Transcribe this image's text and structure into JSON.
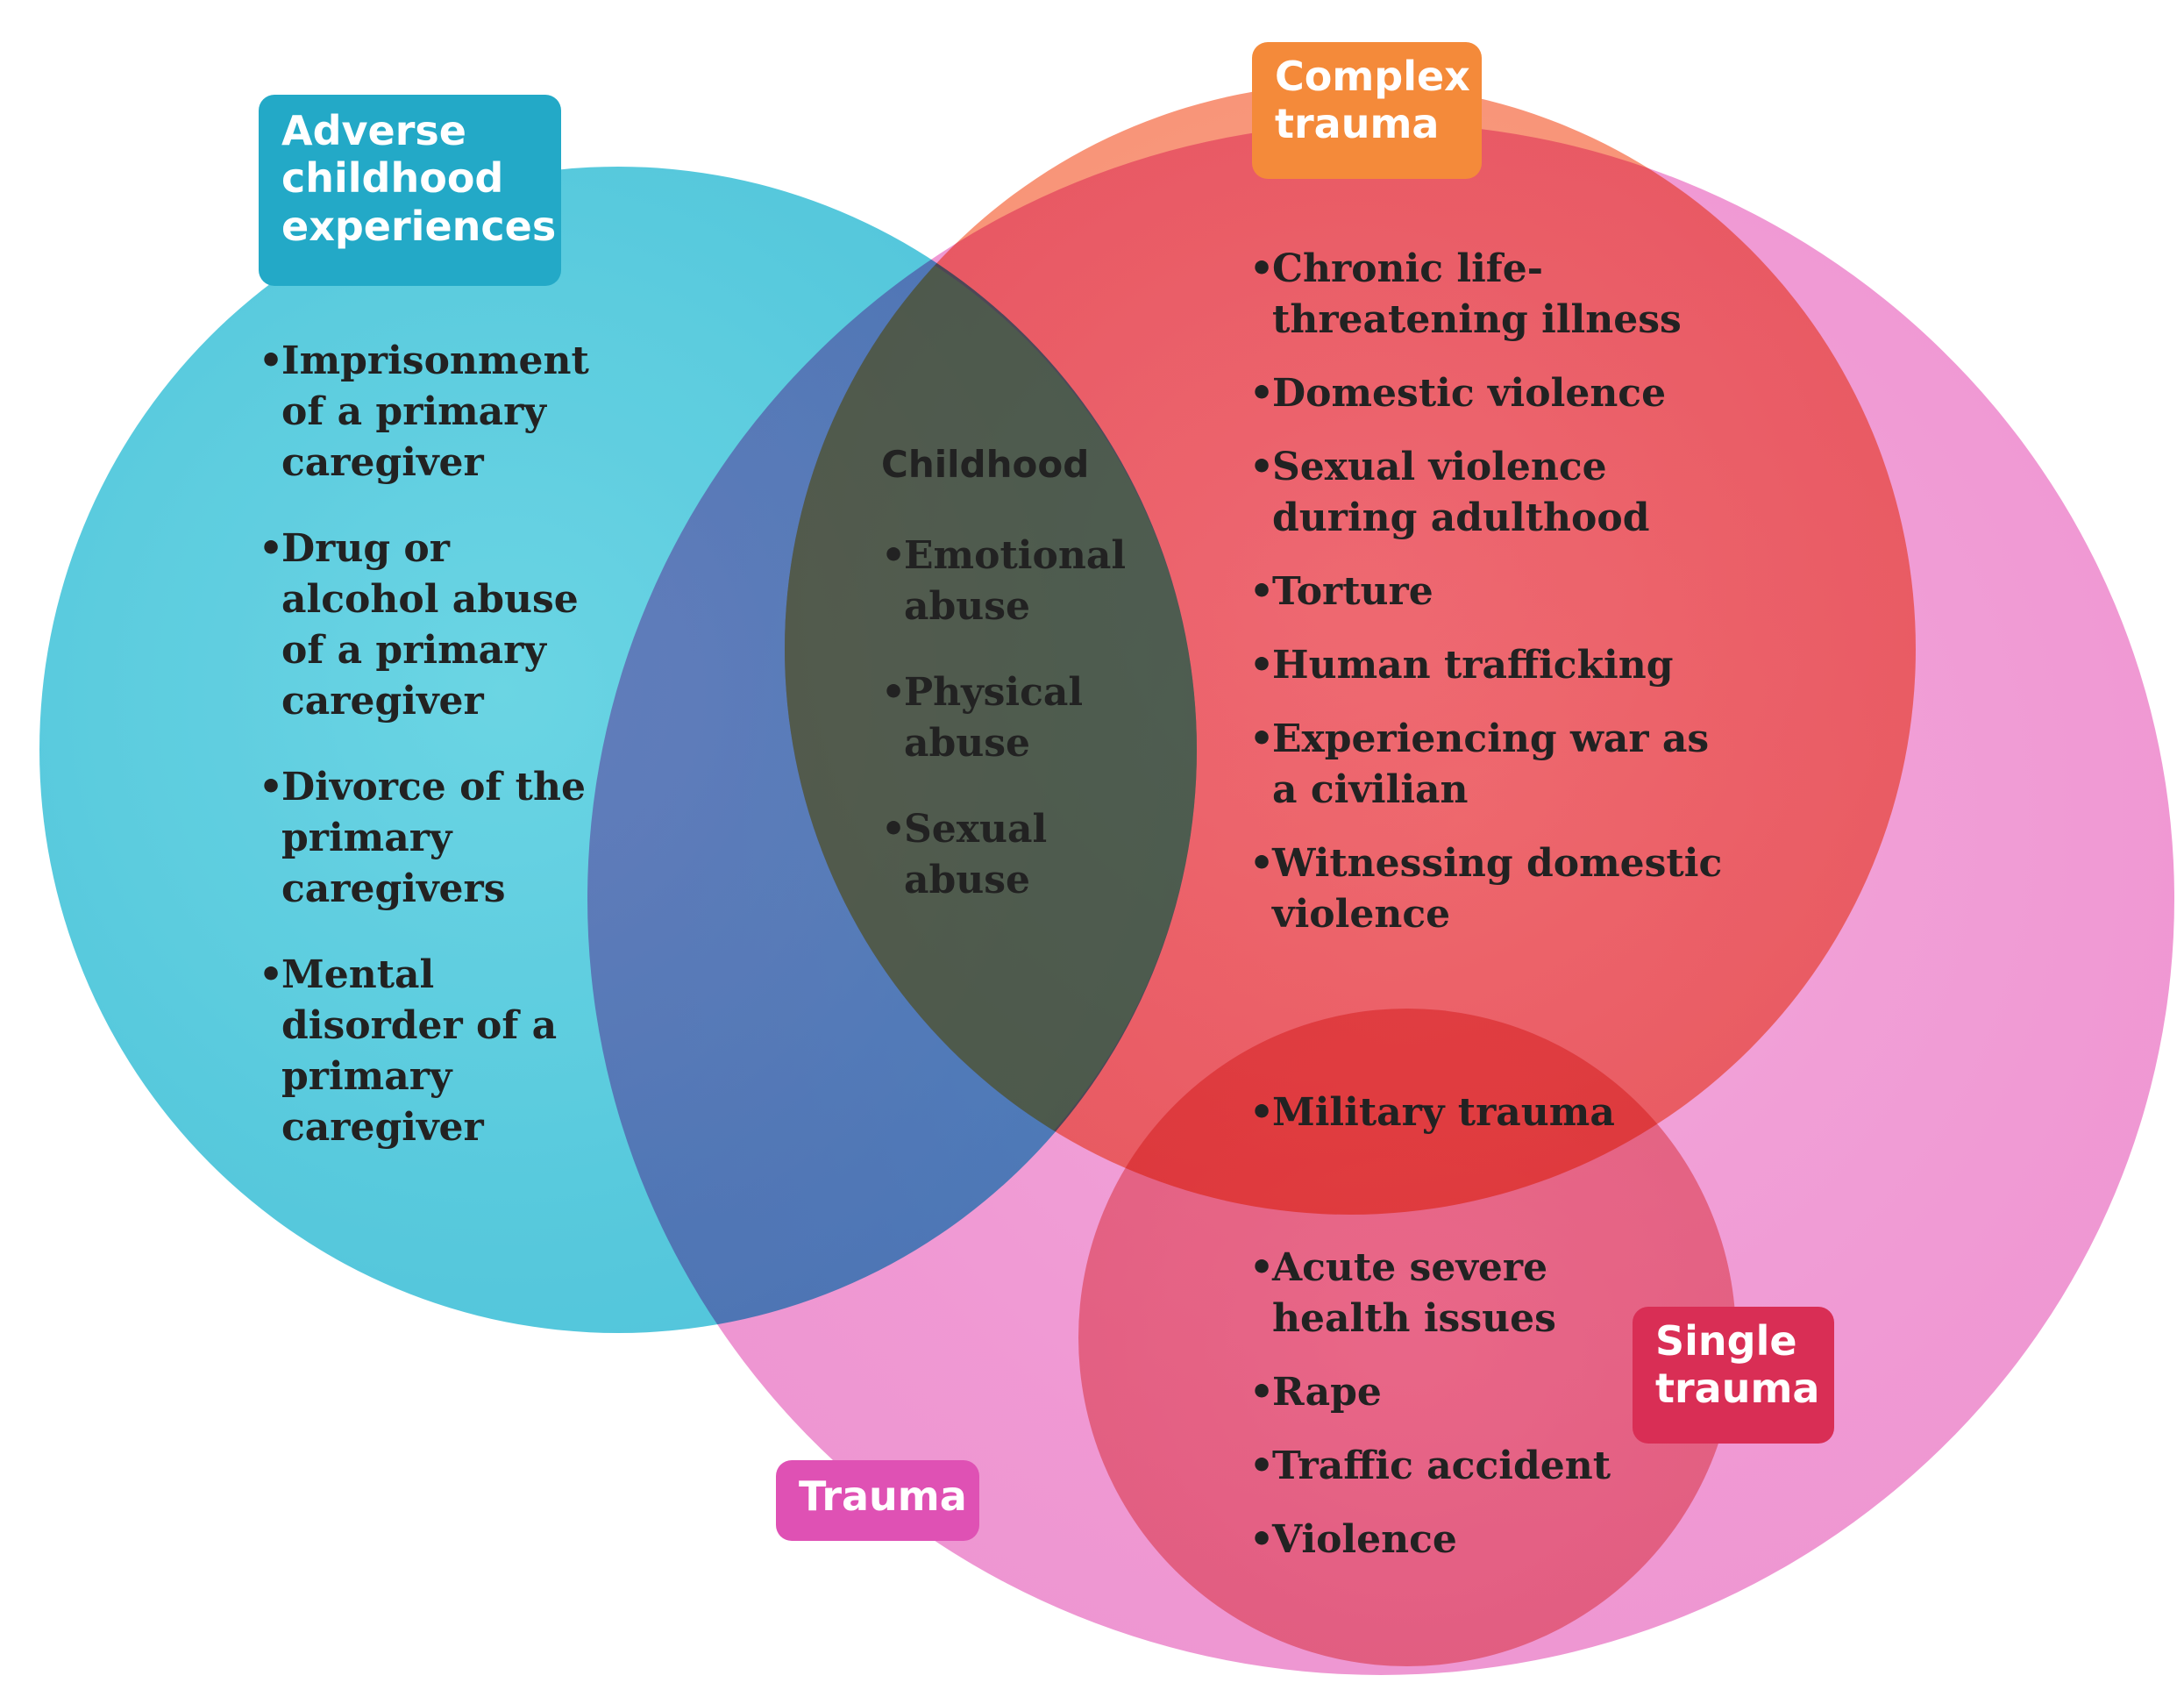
{
  "colors": {
    "aces_tag": "#23a9c7",
    "complex_tag": "#f48a3a",
    "single_tag": "#d92e55",
    "trauma_tag": "#df51b4",
    "aces_circle": "#3ec1d8",
    "complex_circle": "#f88a6a",
    "trauma_circle": "#ee8fcf",
    "single_circle": "#ee7e7c",
    "text": "#222222"
  },
  "labels": {
    "aces": "Adverse childhood experiences",
    "complex": "Complex trauma",
    "single": "Single trauma",
    "trauma": "Trauma",
    "childhood": "Childhood"
  },
  "aces_items": [
    "Imprisonment of a primary caregiver",
    "Drug or alcohol abuse of a primary caregiver",
    "Divorce of the primary caregivers",
    "Mental disorder of a primary caregiver"
  ],
  "childhood_items": [
    "Emotional abuse",
    "Physical abuse",
    "Sexual abuse"
  ],
  "complex_items": [
    "Chronic life-threatening illness",
    "Domestic violence",
    "Sexual violence during adulthood",
    "Torture",
    "Human trafficking",
    "Experiencing war as a civilian",
    "Witnessing domestic violence"
  ],
  "overlap_items": [
    "Military trauma"
  ],
  "single_items": [
    "Acute severe health issues",
    "Rape",
    "Traffic accident",
    "Violence"
  ]
}
